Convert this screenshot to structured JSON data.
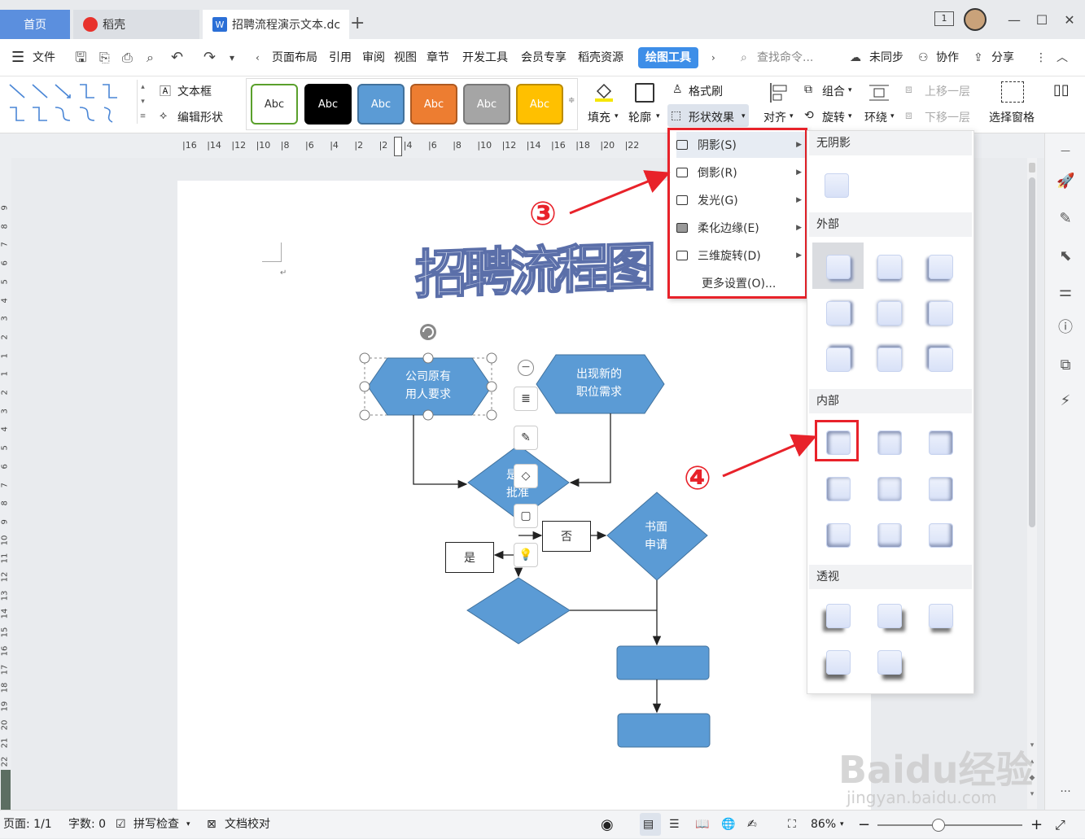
{
  "titlebar": {
    "tabs": [
      {
        "label": "首页"
      },
      {
        "label": "稻壳"
      },
      {
        "label": "招聘流程演示文本.dc"
      }
    ],
    "new_tab": "+",
    "window_count": "1"
  },
  "menu": {
    "file": "文件",
    "items": [
      "页面布局",
      "引用",
      "审阅",
      "视图",
      "章节",
      "开发工具",
      "会员专享",
      "稻壳资源"
    ],
    "active": "绘图工具",
    "search_placeholder": "查找命令...",
    "sync": "未同步",
    "collab": "协作",
    "share": "分享"
  },
  "ribbon": {
    "textbox": "文本框",
    "edit_shape": "编辑形状",
    "style_samples": [
      {
        "label": "Abc",
        "bg": "#ffffff",
        "fg": "#333333",
        "border": "#5aa02c"
      },
      {
        "label": "Abc",
        "bg": "#000000",
        "fg": "#ffffff",
        "border": "#000000"
      },
      {
        "label": "Abc",
        "bg": "#5b9bd5",
        "fg": "#ffffff",
        "border": "#41719c"
      },
      {
        "label": "Abc",
        "bg": "#ed7d31",
        "fg": "#ffffff",
        "border": "#ae5a21"
      },
      {
        "label": "Abc",
        "bg": "#a5a5a5",
        "fg": "#ffffff",
        "border": "#787878"
      },
      {
        "label": "Abc",
        "bg": "#ffc000",
        "fg": "#ffffff",
        "border": "#bc8c00"
      }
    ],
    "fill": "填充",
    "outline": "轮廓",
    "format_brush": "格式刷",
    "shape_effect": "形状效果",
    "align": "对齐",
    "group": "组合",
    "rotate": "旋转",
    "wrap": "环绕",
    "bring_forward": "上移一层",
    "send_backward": "下移一层",
    "selection_pane": "选择窗格"
  },
  "ruler": {
    "h_ticks": [
      "16",
      "14",
      "12",
      "10",
      "8",
      "6",
      "4",
      "2",
      "2",
      "4",
      "6",
      "8",
      "10",
      "12",
      "14",
      "16",
      "18",
      "20",
      "22"
    ],
    "v_ticks": [
      "9",
      "8",
      "7",
      "6",
      "5",
      "4",
      "3",
      "2",
      "1",
      "1",
      "2",
      "3",
      "4",
      "5",
      "6",
      "7",
      "8",
      "9",
      "10",
      "11",
      "12",
      "13",
      "14",
      "15",
      "16",
      "17",
      "18",
      "19",
      "20",
      "21",
      "22"
    ]
  },
  "document": {
    "wordart": "招聘流程图",
    "shapes": {
      "hex1": "公司原有\n用人要求",
      "hex2": "出现新的\n职位需求",
      "diamond1": "是否\n批准",
      "diamond2": "书面\n申请",
      "no_box": "否",
      "yes_box": "是",
      "paragraph_mark": "↵"
    }
  },
  "shape_effect_menu": {
    "items": [
      {
        "label": "阴影(S)",
        "has_sub": true
      },
      {
        "label": "倒影(R)",
        "has_sub": true
      },
      {
        "label": "发光(G)",
        "has_sub": true
      },
      {
        "label": "柔化边缘(E)",
        "has_sub": true
      },
      {
        "label": "三维旋转(D)",
        "has_sub": true
      },
      {
        "label": "更多设置(O)...",
        "has_sub": false
      }
    ]
  },
  "shadow_panel": {
    "sections": [
      "无阴影",
      "外部",
      "内部",
      "透视"
    ]
  },
  "annotations": {
    "step3": "③",
    "step4": "④"
  },
  "statusbar": {
    "page": "页面: 1/1",
    "words": "字数: 0",
    "spell": "拼写检查",
    "proof": "文档校对",
    "zoom": "86%"
  },
  "watermark": {
    "brand": "Baidu经验",
    "url": "jingyan.baidu.com"
  }
}
